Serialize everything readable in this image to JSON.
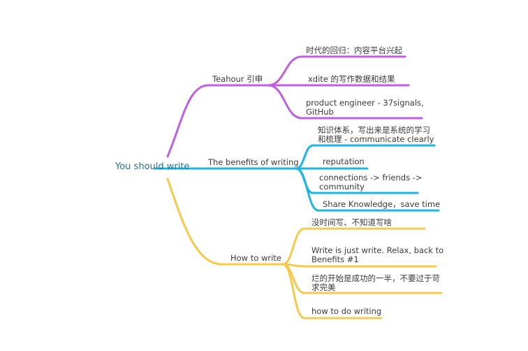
{
  "root": {
    "label": "You should write"
  },
  "branches": [
    {
      "label": "Teahour 引申",
      "color": "#c05fe0",
      "children": [
        {
          "label": "时代的回归：内容平台兴起"
        },
        {
          "label": "xdite 的写作数据和结果"
        },
        {
          "label": "product engineer - 37signals,\nGitHub"
        }
      ]
    },
    {
      "label": "The benefits of writing",
      "color": "#1bb6e6",
      "children": [
        {
          "label": "知识体系，写出来是系统的学习\n和梳理 - communicate clearly"
        },
        {
          "label": "reputation"
        },
        {
          "label": "connections -> friends ->\ncommunity"
        },
        {
          "label": "Share Knowledge，save time"
        }
      ]
    },
    {
      "label": "How to write",
      "color": "#f8c84a",
      "children": [
        {
          "label": "没时间写、不知道写啥"
        },
        {
          "label": "Write is just write. Relax, back to\nBenefits #1"
        },
        {
          "label": "烂的开始是成功的一半，不要过于苛\n求完美"
        },
        {
          "label": "how to do writing"
        }
      ]
    }
  ]
}
